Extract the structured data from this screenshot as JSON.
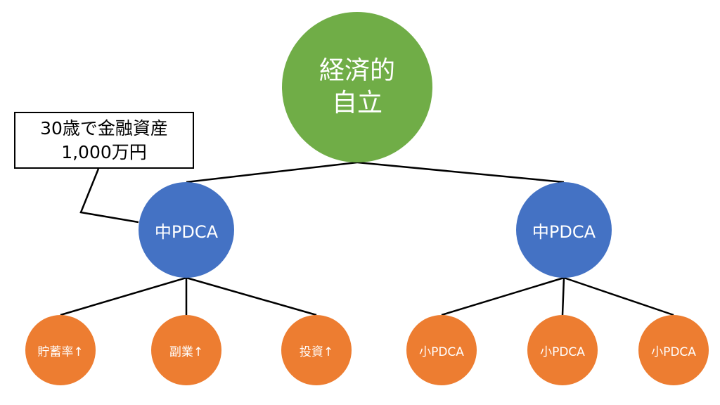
{
  "root": {
    "label": "経済的\n自立",
    "color": "#70ad47"
  },
  "callout": {
    "line1": "30歳で金融資産",
    "line2": "1,000万円"
  },
  "mid_nodes": [
    {
      "label": "中PDCA",
      "color": "#4472c4"
    },
    {
      "label": "中PDCA",
      "color": "#4472c4"
    }
  ],
  "leaf_nodes_left": [
    {
      "label": "貯蓄率↑"
    },
    {
      "label": "副業↑"
    },
    {
      "label": "投資↑"
    }
  ],
  "leaf_nodes_right": [
    {
      "label": "小PDCA"
    },
    {
      "label": "小PDCA"
    },
    {
      "label": "小PDCA"
    }
  ],
  "colors": {
    "leaf": "#ed7d31",
    "connector": "#000000"
  }
}
